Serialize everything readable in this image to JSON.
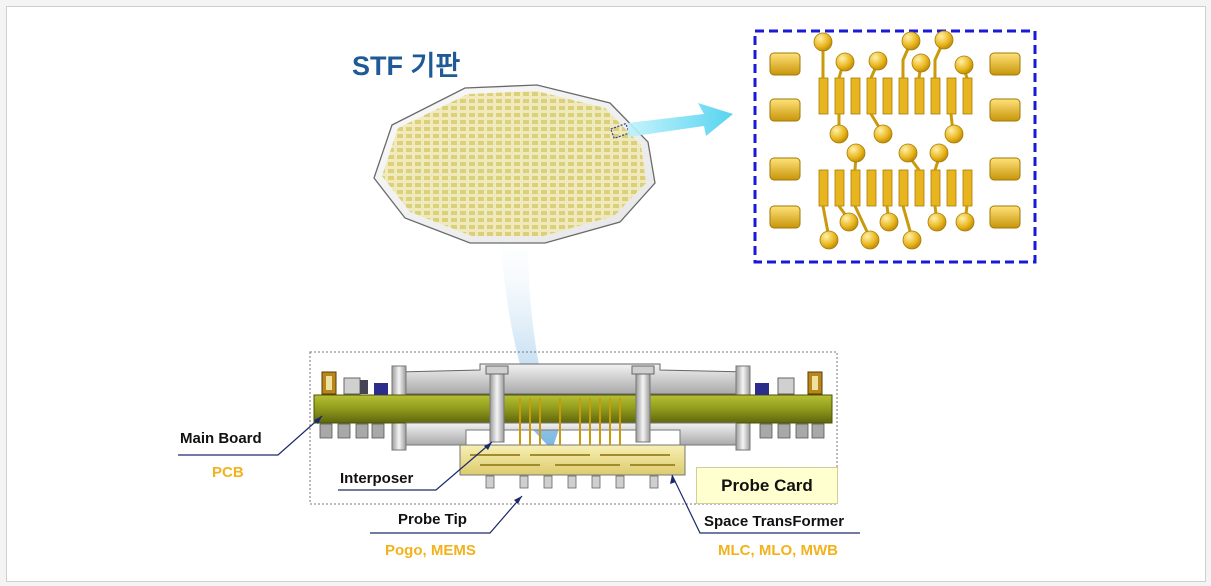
{
  "title": "STF 기판",
  "labels": {
    "main_board": "Main Board",
    "main_board_type": "PCB",
    "interposer": "Interposer",
    "probe_card": "Probe Card",
    "probe_tip": "Probe Tip",
    "probe_tip_type": "Pogo, MEMS",
    "space_transformer": "Space TransFormer",
    "space_transformer_type": "MLC, MLO, MWB"
  },
  "colors": {
    "title": "#1f5a97",
    "accent_orange": "#f2b21c",
    "gold": "#e8b51e",
    "board_olive": "#8f9a1c",
    "detail_border": "#1a1ad6",
    "arrow_cyan": "#5fd6ee"
  }
}
